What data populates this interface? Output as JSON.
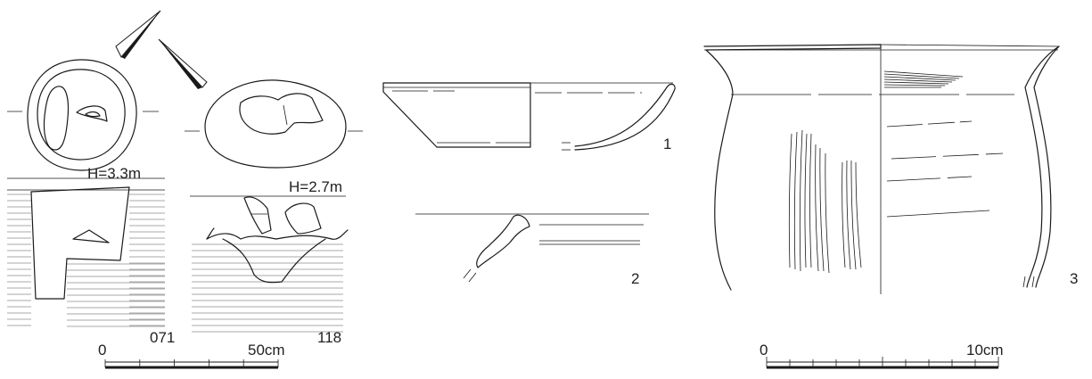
{
  "features": {
    "pit_071": {
      "height_label": "H=3.3m",
      "number": "071"
    },
    "pit_118": {
      "height_label": "H=2.7m",
      "number": "118"
    }
  },
  "artifacts": {
    "vessel_1": {
      "number": "1"
    },
    "vessel_2": {
      "number": "2"
    },
    "vessel_3": {
      "number": "3"
    }
  },
  "scales": {
    "feature_scale": {
      "start": "0",
      "end": "50cm"
    },
    "artifact_scale": {
      "start": "0",
      "end": "10cm"
    }
  }
}
